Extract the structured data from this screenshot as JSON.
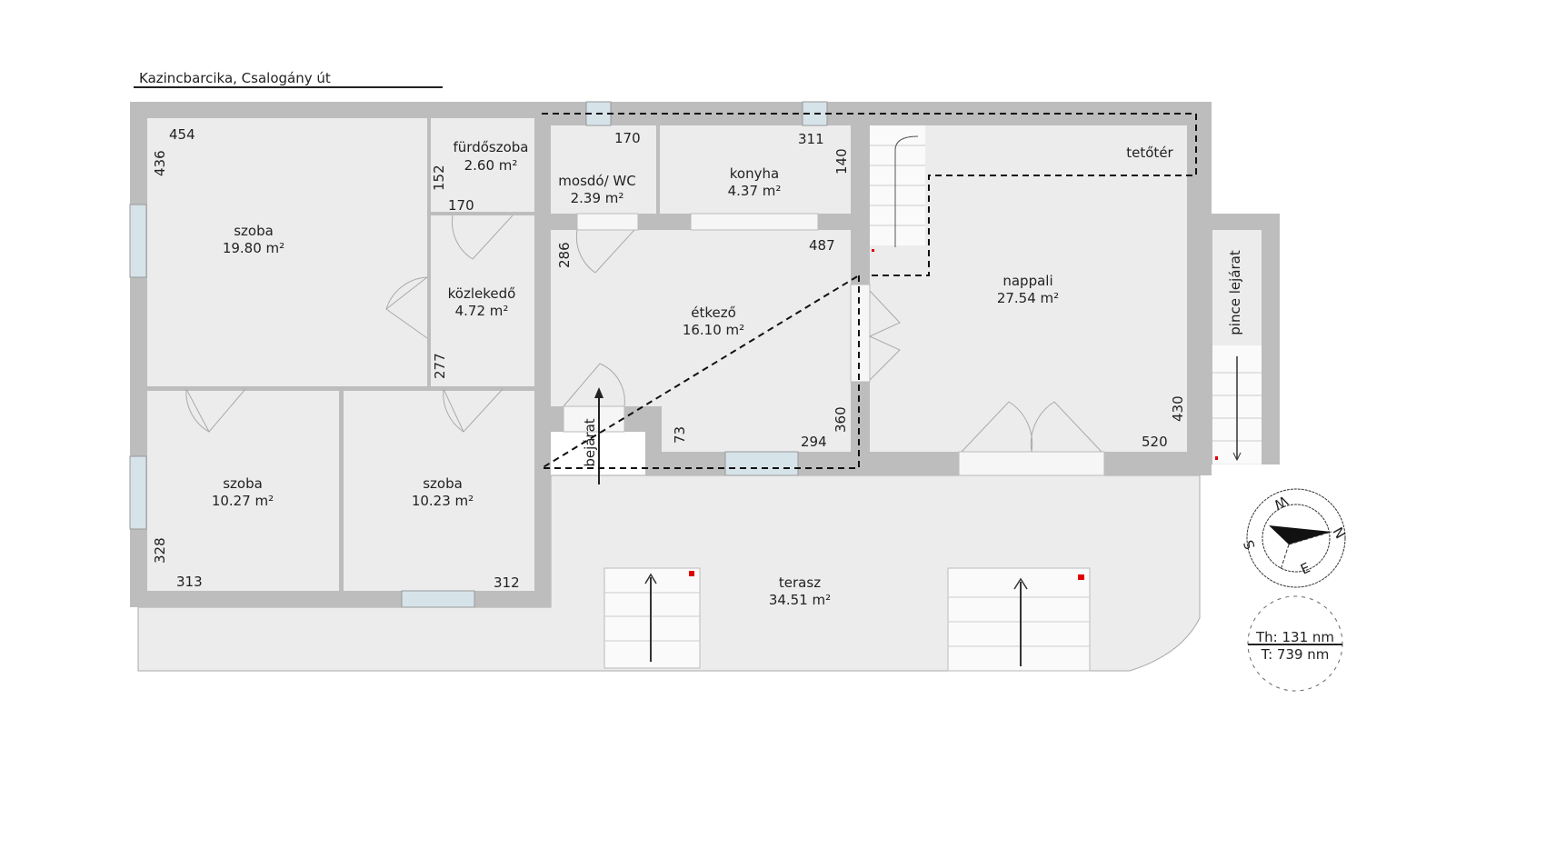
{
  "title": "Kazincbarcika, Csalogány út",
  "rooms": [
    {
      "name": "szoba",
      "area": "19.80 m²"
    },
    {
      "name": "fürdőszoba",
      "area": "2.60 m²"
    },
    {
      "name": "mosdó/ WC",
      "area": "2.39 m²"
    },
    {
      "name": "konyha",
      "area": "4.37 m²"
    },
    {
      "name": "közlekedő",
      "area": "4.72 m²"
    },
    {
      "name": "étkező",
      "area": "16.10 m²"
    },
    {
      "name": "nappali",
      "area": "27.54 m²"
    },
    {
      "name": "szoba",
      "area": "10.27 m²"
    },
    {
      "name": "szoba",
      "area": "10.23 m²"
    },
    {
      "name": "terasz",
      "area": "34.51 m²"
    }
  ],
  "labels": {
    "tetoter": "tetőtér",
    "bejarat": "bejárat",
    "pince": "pince lejárat"
  },
  "dimensions": [
    "454",
    "436",
    "152",
    "170",
    "170",
    "311",
    "140",
    "286",
    "487",
    "277",
    "73",
    "360",
    "294",
    "430",
    "520",
    "328",
    "313",
    "312"
  ],
  "compass": {
    "n": "N",
    "e": "E",
    "s": "S",
    "w": "W"
  },
  "legend": {
    "th": "Th: 131 nm",
    "t": "T: 739 nm"
  },
  "colors": {
    "wall": "#bdbdbd",
    "floor": "#ececec",
    "window": "#d6e4ea",
    "marker": "#e00000"
  }
}
